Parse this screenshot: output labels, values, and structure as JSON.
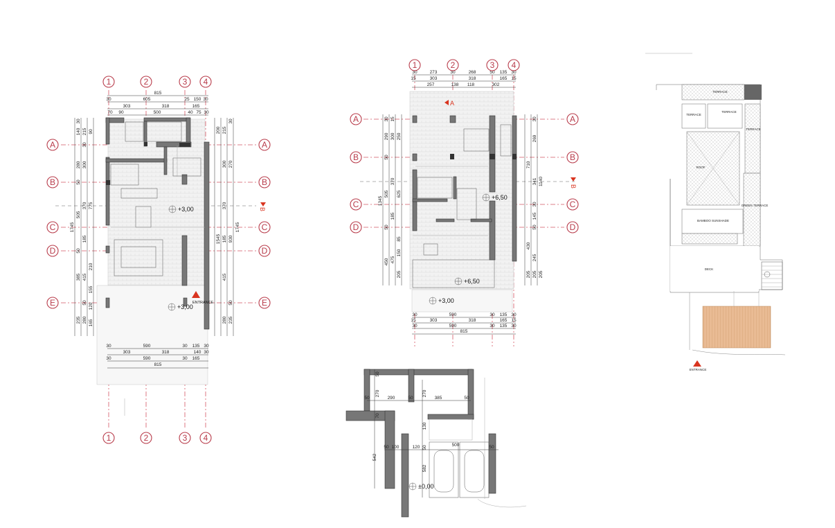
{
  "axes": {
    "numbers": [
      "1",
      "2",
      "3",
      "4"
    ],
    "letters": [
      "A",
      "B",
      "C",
      "D",
      "E"
    ]
  },
  "plan_left": {
    "dims_top": [
      "815",
      "30",
      "605",
      "25",
      "150",
      "30",
      "303",
      "318",
      "165",
      "70",
      "90",
      "500",
      "40",
      "75",
      "30"
    ],
    "dims_bottom": [
      "30",
      "590",
      "30",
      "135",
      "30",
      "303",
      "318",
      "140",
      "30",
      "30",
      "590",
      "30",
      "165",
      "815"
    ],
    "dims_left_outer": [
      "1745"
    ],
    "dims_left": [
      "30",
      "140",
      "215",
      "90",
      "30",
      "280",
      "300",
      "50",
      "505",
      "370",
      "775",
      "185",
      "50",
      "210",
      "155",
      "385",
      "415",
      "50",
      "120",
      "235",
      "280",
      "165"
    ],
    "dims_right": [
      "200",
      "215",
      "30",
      "300",
      "270",
      "370",
      "1545",
      "185",
      "930",
      "415",
      "50",
      "280",
      "235",
      "1745"
    ],
    "levels": [
      "+3,00",
      "+3,00"
    ],
    "entrance_label": "ENTRANCE",
    "section_label": "B"
  },
  "plan_mid": {
    "dims_top": [
      "30",
      "273",
      "30",
      "268",
      "50",
      "135",
      "30",
      "15",
      "303",
      "318",
      "165",
      "15",
      "257",
      "138",
      "118",
      "302"
    ],
    "dims_bottom": [
      "30",
      "590",
      "30",
      "135",
      "30",
      "15",
      "303",
      "318",
      "165",
      "15",
      "30",
      "590",
      "30",
      "135",
      "30",
      "815"
    ],
    "dims_left": [
      "30",
      "15",
      "290",
      "300",
      "250",
      "50",
      "370",
      "505",
      "625",
      "1345",
      "185",
      "50",
      "85",
      "150",
      "475",
      "450",
      "205"
    ],
    "dims_right": [
      "30",
      "269",
      "710",
      "341",
      "1140",
      "30",
      "145",
      "50",
      "430",
      "245",
      "205",
      "205",
      "205"
    ],
    "levels": [
      "+6,50",
      "+6,50",
      "+3,00"
    ],
    "section_a": "A",
    "section_b": "B"
  },
  "plan_garage": {
    "dims": [
      "50",
      "270",
      "290",
      "50",
      "270",
      "385",
      "50",
      "50",
      "70",
      "130",
      "542",
      "50",
      "100",
      "120",
      "50",
      "500",
      "582",
      "50"
    ],
    "level": "±0,00"
  },
  "site_plan": {
    "labels": [
      "TERRACE",
      "TERRACE",
      "TERRACE",
      "TERRACE",
      "ROOF",
      "GREEN TERRACE",
      "BAMBOO SUNSHADE",
      "DECK",
      "ENTRANCE"
    ]
  },
  "colors": {
    "axis_red": "#b83b4a",
    "accent_red": "#d9341f",
    "wall_grey": "#777777",
    "deck_wood": "#e8b990"
  }
}
